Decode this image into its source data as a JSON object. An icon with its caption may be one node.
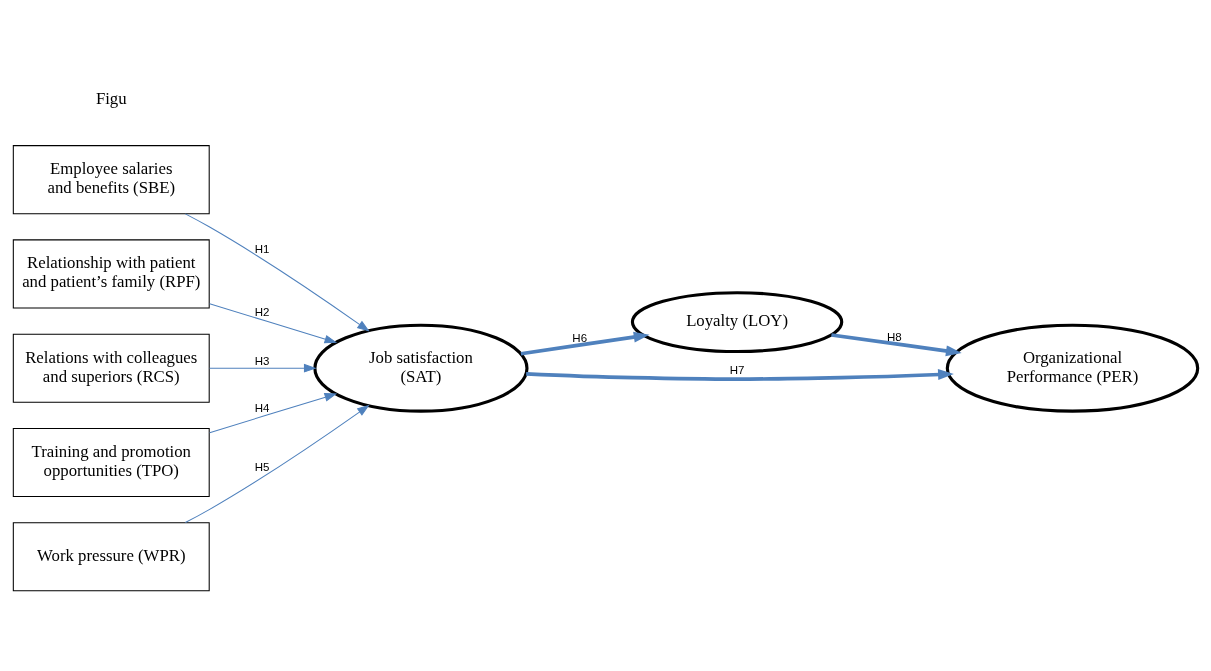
{
  "diagram": {
    "nodes": [
      {
        "text": [
          "Employee salaries and benefits (SBE)"
        ]
      },
      {
        "text": [
          "Relationship with patient and patient’s family (RPF)"
        ]
      },
      {
        "text": [
          "Relations with colleagues and superiors (RCS)"
        ]
      },
      {
        "text": [
          "Training and promotion opportunities (TPO)"
        ]
      },
      {
        "text": [
          "Work pressure (WPR)"
        ]
      },
      {
        "text": [
          "Job satisfaction (SAT)"
        ]
      },
      {
        "text": [
          "Loyalty (LOY)"
        ]
      },
      {
        "text": [
          "Organizational Performance (PER)"
        ]
      }
    ],
    "edges": [
      {
        "from": 0,
        "to": 5,
        "arrow": "to",
        "label": "H1"
      },
      {
        "from": 1,
        "to": 5,
        "arrow": "to",
        "label": "H2"
      },
      {
        "from": 2,
        "to": 5,
        "arrow": "to",
        "label": "H3"
      },
      {
        "from": 3,
        "to": 5,
        "arrow": "to",
        "label": "H4"
      },
      {
        "from": 4,
        "to": 5,
        "arrow": "to",
        "label": "H5"
      },
      {
        "from": 5,
        "to": 6,
        "arrow": "to",
        "label": "H6",
        "style": "thick"
      },
      {
        "from": 5,
        "to": 7,
        "arrow": "to",
        "label": "H7",
        "style": "thick"
      },
      {
        "from": 6,
        "to": 7,
        "arrow": "to",
        "label": "H8",
        "style": "thick"
      }
    ],
    "labels": [
      "Figu"
    ]
  }
}
